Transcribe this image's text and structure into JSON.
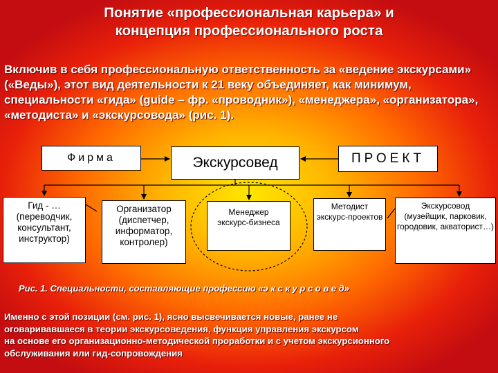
{
  "title": {
    "line1": "Понятие «профессиональная карьера» и",
    "line2": "концепция профессионального роста"
  },
  "intro": "   Включив в себя профессиональную ответственность за «ведение экскурсами» («Веды»), этот вид деятельности к 21 веку объединяет, как минимум, специальности «гида» (guide – фр. «проводник»), «менеджера», «организатора», «методиста» и «экскурсовода» (рис. 1).",
  "diagram": {
    "firma": "Фирма",
    "center": "Экскурсовед",
    "proekt": "ПРОЕКТ",
    "roles": [
      {
        "title": "Гид - …",
        "desc": "(переводчик, консультант, инструктор)"
      },
      {
        "title": "Организатор",
        "desc": "(диспетчер, информатор, контролер)"
      },
      {
        "title": "Менеджер",
        "desc": "экскурс-бизнеса"
      },
      {
        "title": "Методист",
        "desc": "экскурс-проектов"
      },
      {
        "title": "Экскурсовод",
        "desc": "(музейщик, парковик, городовик, акваторист…)"
      }
    ]
  },
  "caption": "Рис. 1. Специальности, составляющие профессию «э к с к у р с о в е д»",
  "outro": {
    "line1": "   Именно с этой позиции (см. рис. 1), ясно высвечивается новые, ранее не",
    "line2": "   оговаривавшаеся в теории экскурсоведения, функция управления экскурсом",
    "line3": "   на основе его организационно-методической проработки и с учетом экскурсионного",
    "line4": "обслуживания или гид-сопровождения"
  }
}
